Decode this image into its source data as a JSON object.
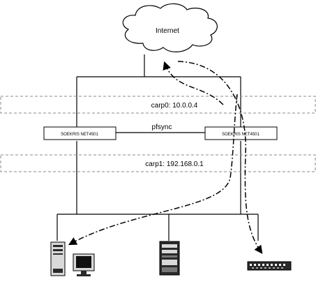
{
  "cloud": {
    "label": "Internet"
  },
  "carp_bands": {
    "external": "carp0: 10.0.0.4",
    "internal": "carp1: 192.168.0.1"
  },
  "firewalls": {
    "left": "SOEKRIS NET4501",
    "right": "SOEKRIS NET4501"
  },
  "sync_link": {
    "label": "pfsync"
  },
  "colors": {
    "line": "#000000",
    "band_border": "#888888",
    "device_fill": "#2a2a2a",
    "device_light": "#d9d9d9"
  },
  "icons": {
    "cloud": "cloud-icon",
    "tower": "tower-pc-icon",
    "monitor": "monitor-icon",
    "server": "server-rack-icon",
    "switch": "network-switch-icon"
  }
}
